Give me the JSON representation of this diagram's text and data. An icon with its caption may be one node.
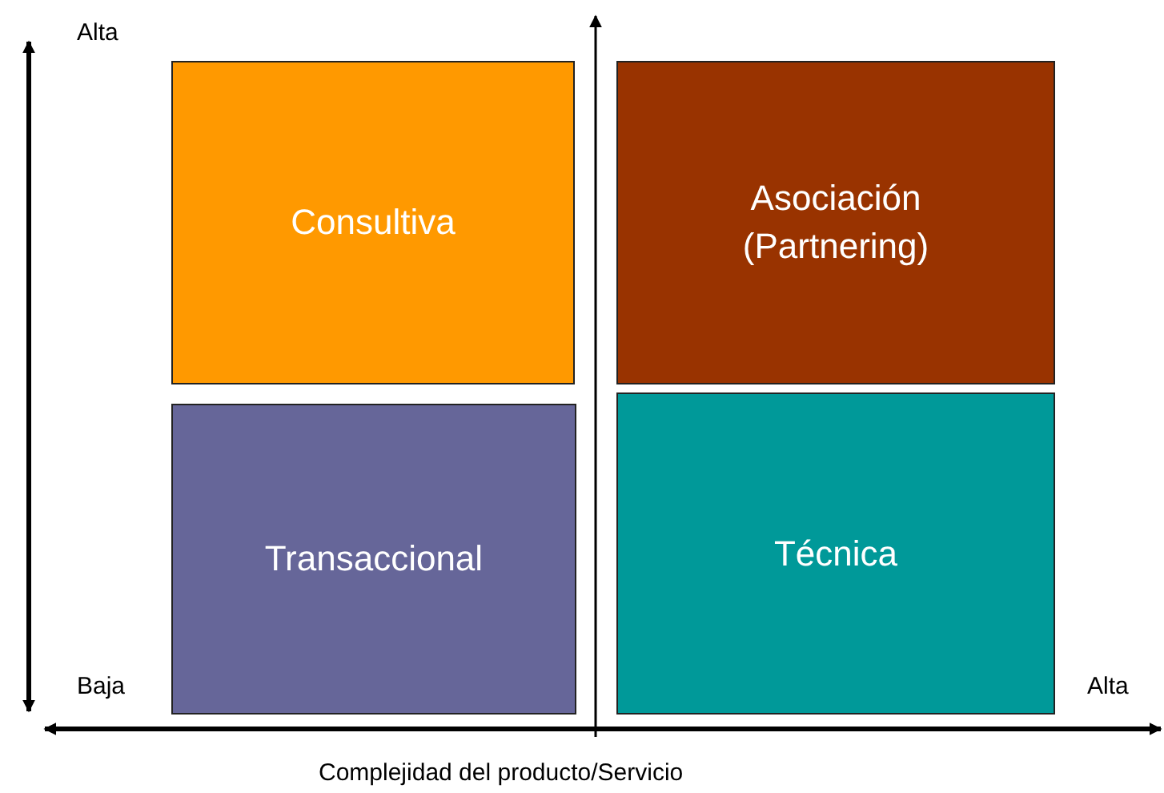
{
  "diagram": {
    "nodes": [
      {
        "text": [
          "Consultiva"
        ]
      },
      {
        "text": [
          "Asociación (Partnering)"
        ]
      },
      {
        "text": [
          "Transaccional"
        ]
      },
      {
        "text": [
          "Técnica"
        ]
      }
    ],
    "labels": [
      "Alta",
      "Baja",
      "Alta",
      "Complejidad del producto/Servicio"
    ]
  }
}
